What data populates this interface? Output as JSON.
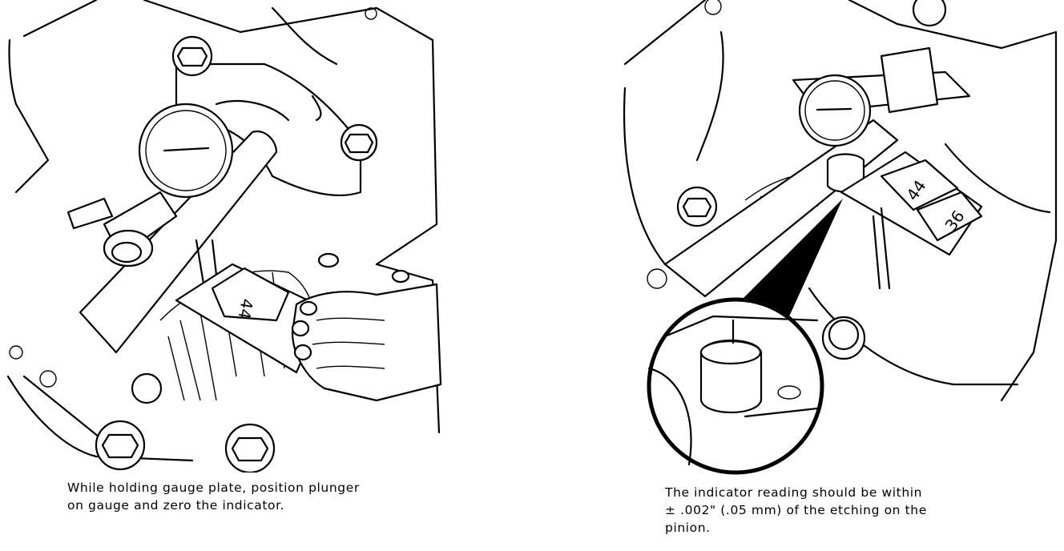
{
  "figures": [
    {
      "gauge_label": "44",
      "caption_lines": [
        "While holding gauge plate, position plunger",
        "on gauge and zero the indicator."
      ]
    },
    {
      "gauge_labels": [
        "44",
        "36"
      ],
      "caption_lines": [
        "The indicator reading should be within",
        "± .002\" (.05 mm) of the etching on the",
        "pinion."
      ]
    }
  ]
}
